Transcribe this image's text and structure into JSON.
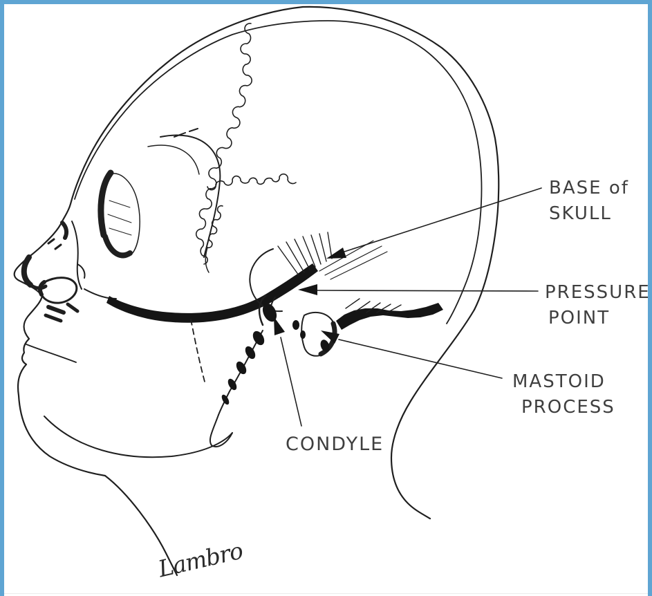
{
  "diagram": {
    "labels": {
      "base_of_skull": {
        "line1": "BASE of",
        "line2": "SKULL"
      },
      "pressure_point": {
        "line1": "PRESSURE",
        "line2": "POINT"
      },
      "mastoid_process": {
        "line1": "MASTOID",
        "line2": "PROCESS"
      },
      "condyle": {
        "line1": "CONDYLE"
      }
    },
    "signature": "Lambro",
    "colors": {
      "frame_blue": "#5fa5d3",
      "frame_blue_light": "#bcd9ee",
      "ink": "#1f1f1f",
      "label_ink": "#3f3f3f",
      "background": "#ffffff"
    }
  }
}
